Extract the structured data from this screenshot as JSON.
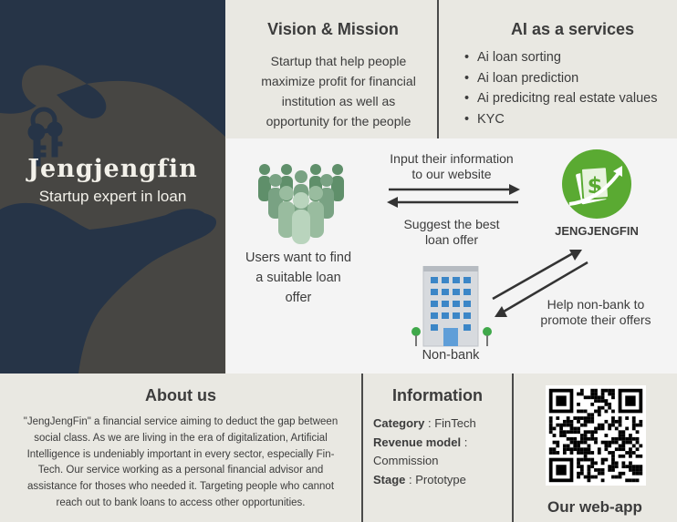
{
  "brand": {
    "name": "Jengjengfin",
    "tagline": "Startup expert in loan"
  },
  "vision": {
    "title": "Vision & Mission",
    "lines": [
      "Startup that help people",
      "maximize profit for financial",
      "institution as well as",
      "opportunity for the people"
    ]
  },
  "ai_services": {
    "title": "AI as a services",
    "items": [
      "Ai loan sorting",
      "Ai loan prediction",
      "Ai predicitng real estate values",
      "KYC"
    ]
  },
  "diagram": {
    "users_caption": [
      "Users want to find",
      "a suitable loan",
      "offer"
    ],
    "input_caption": [
      "Input their information",
      "to our website"
    ],
    "suggest_caption": [
      "Suggest the best",
      "loan offer"
    ],
    "logo_name": "JENGJENGFIN",
    "help_caption": [
      "Help non-bank to",
      "promote their offers"
    ],
    "nonbank_caption": "Non-bank"
  },
  "about": {
    "title": "About us",
    "lines": [
      "\"JengJengFin\" a financial service aiming to deduct the gap between",
      "social class. As we are living in the era of digitalization, Artificial",
      "Intelligence is undeniably important in every sector, especially Fin-",
      "Tech. Our service working as a personal financial advisor and",
      "assistance for thoses who needed it. Targeting people who cannot",
      "reach out to bank loans to access other opportunities."
    ]
  },
  "information": {
    "title": "Information",
    "category_label": "Category",
    "category_value": "FinTech",
    "revenue_label": "Revenue model",
    "revenue_value": "Commission",
    "stage_label": "Stage",
    "stage_value": "Prototype"
  },
  "webapp": {
    "caption": "Our web-app"
  },
  "colors": {
    "hero_bg": "#474643",
    "silhouette": "#263447",
    "logo_green": "#5aaa32",
    "people_green": "#5f8f6a",
    "background": "#e9e8e2"
  }
}
